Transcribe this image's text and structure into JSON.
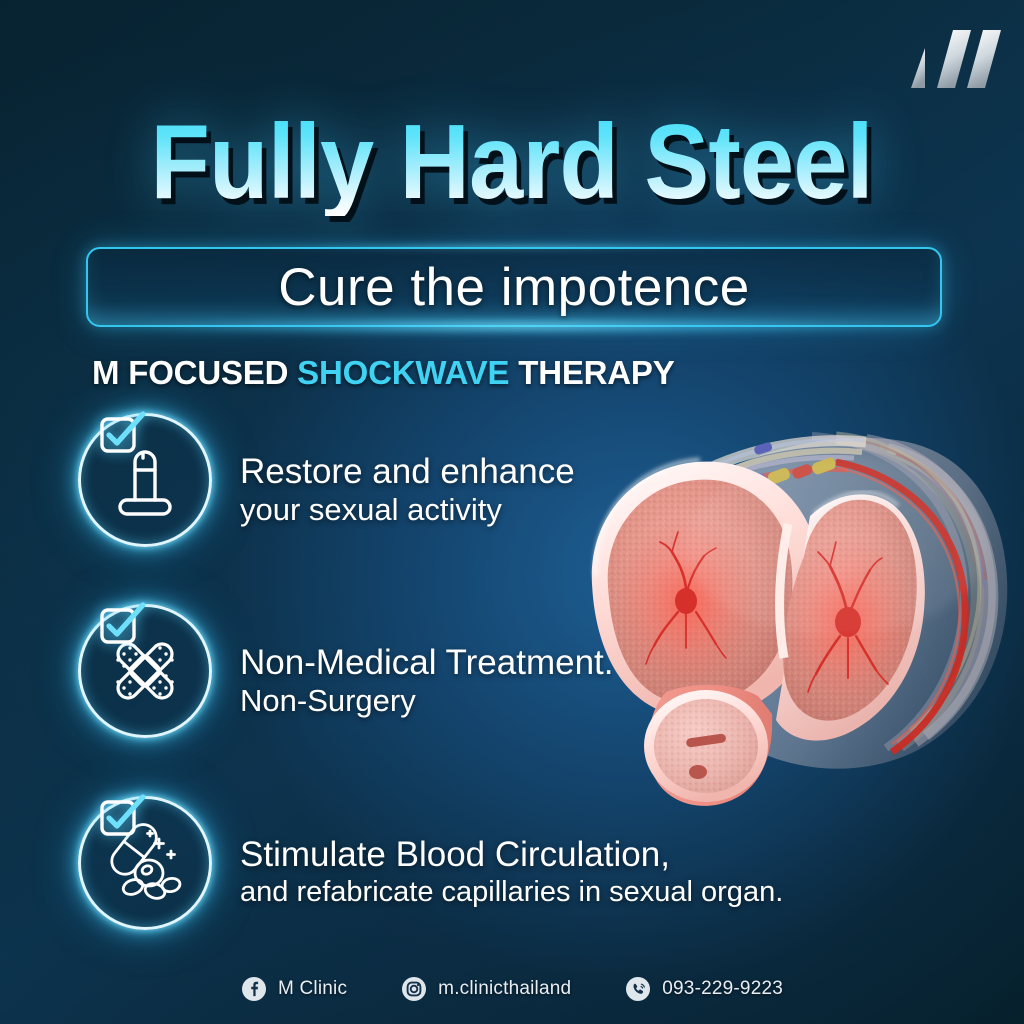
{
  "brand": {
    "logo_icon": "m-logo-icon",
    "logo_colors": [
      "#f2f5f7",
      "#9aa7b0"
    ]
  },
  "header": {
    "title": "Fully Hard Steel",
    "subtitle": "Cure the impotence",
    "kicker_before": "M FOCUSED ",
    "kicker_highlight": "SHOCKWAVE",
    "kicker_after": " THERAPY",
    "accent_color": "#3fd2f2",
    "title_gradient": [
      "#3ddcf8",
      "#ffffff"
    ]
  },
  "features": [
    {
      "icon": "penis-anatomy-icon",
      "check_icon": "check-box-icon",
      "line1": "Restore and enhance",
      "line2": "your sexual activity"
    },
    {
      "icon": "crossed-bandages-icon",
      "check_icon": "check-box-icon",
      "line1": "Non-Medical Treatment.",
      "line2": "Non-Surgery"
    },
    {
      "icon": "pill-capsule-icon",
      "check_icon": "check-box-icon",
      "line1": "Stimulate Blood Circulation,",
      "line2": "and refabricate capillaries in sexual organ."
    }
  ],
  "illustration": {
    "name": "penis-cross-section-anatomy",
    "description": "3D cross-section of corpora cavernosa and corpus spongiosum with vascular structures"
  },
  "footer": {
    "contacts": [
      {
        "icon": "facebook-icon",
        "label": "M Clinic"
      },
      {
        "icon": "instagram-icon",
        "label": "m.clinicthailand"
      },
      {
        "icon": "phone-icon",
        "label": "093-229-9223"
      }
    ]
  }
}
